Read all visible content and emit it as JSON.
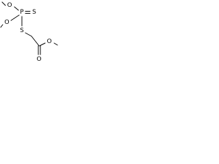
{
  "molecule": {
    "atoms": {
      "o_top_left": "O",
      "p_center": "P",
      "s_double": "S",
      "o_left": "O",
      "s_thioether": "S",
      "o_carbonyl": "O",
      "o_ester": "O"
    }
  }
}
